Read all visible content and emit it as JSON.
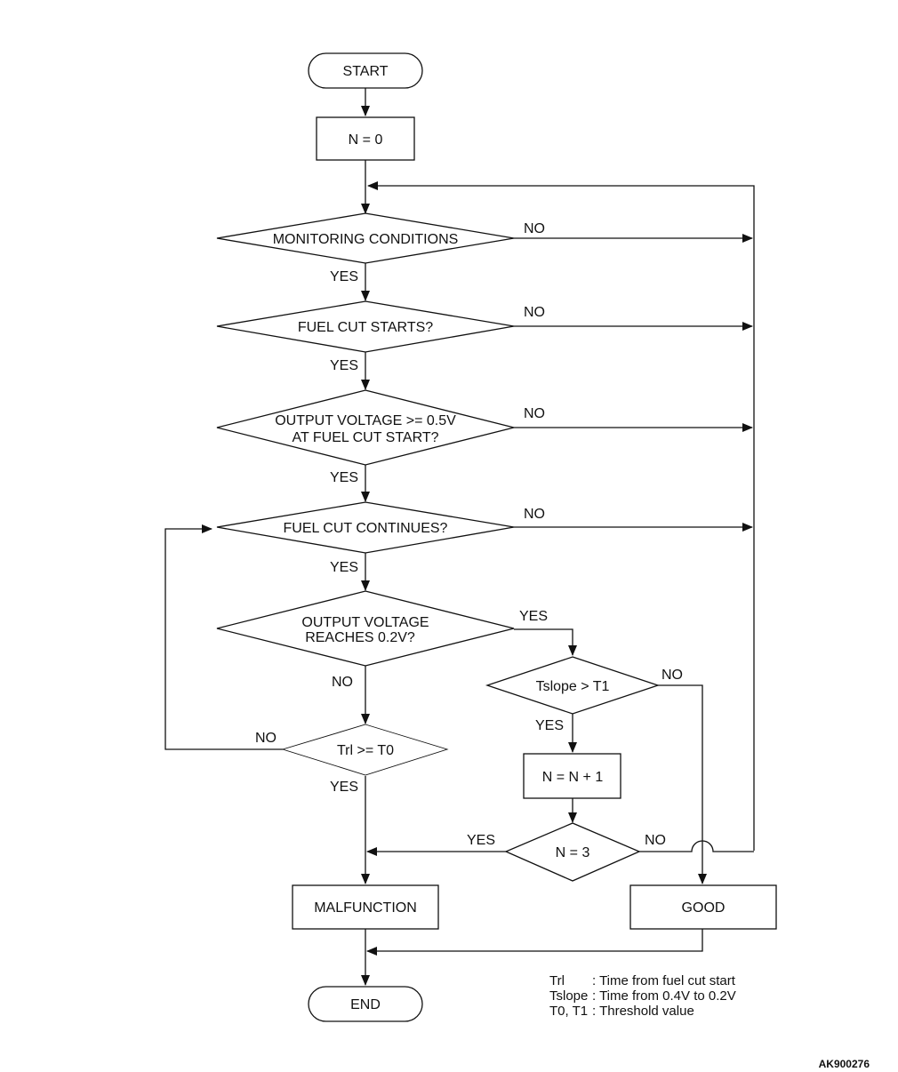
{
  "nodes": {
    "start": "START",
    "init": "N = 0",
    "monitoring": "MONITORING CONDITIONS",
    "fuel_cut_starts": "FUEL CUT STARTS?",
    "output_voltage_1": "OUTPUT VOLTAGE >= 0.5V",
    "output_voltage_2": "AT FUEL CUT START?",
    "fuel_cut_continues": "FUEL CUT CONTINUES?",
    "reaches_1": "OUTPUT VOLTAGE",
    "reaches_2": "REACHES 0.2V?",
    "tslope": "Tslope > T1",
    "increment": "N = N + 1",
    "trl": "Trl >= T0",
    "n_equals": "N = 3",
    "malfunction": "MALFUNCTION",
    "good": "GOOD",
    "end": "END"
  },
  "labels": {
    "yes": "YES",
    "no": "NO"
  },
  "legend": {
    "row1_term": "Trl",
    "row1_desc": ": Time from fuel cut start",
    "row2_term": "Tslope",
    "row2_desc": ": Time from 0.4V to 0.2V",
    "row3_term": "T0, T1",
    "row3_desc": ": Threshold value"
  },
  "figure_code": "AK900276"
}
